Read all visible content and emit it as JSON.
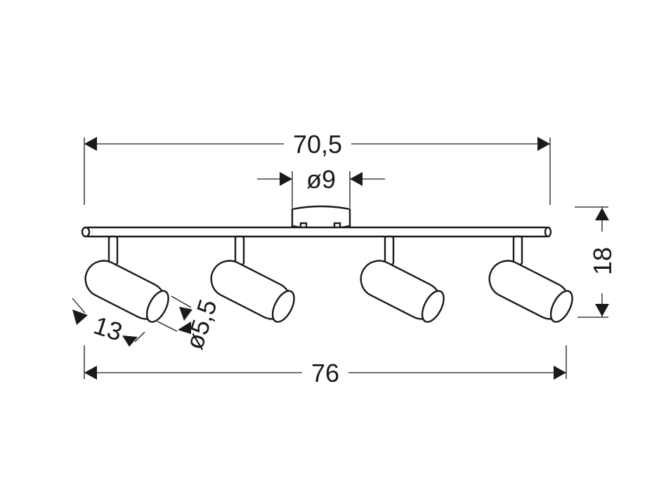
{
  "dimensions": {
    "top_width": "70,5",
    "base_diameter": "ø9",
    "height": "18",
    "spot_length": "13",
    "spot_diameter": "ø5,5",
    "total_width": "76"
  }
}
